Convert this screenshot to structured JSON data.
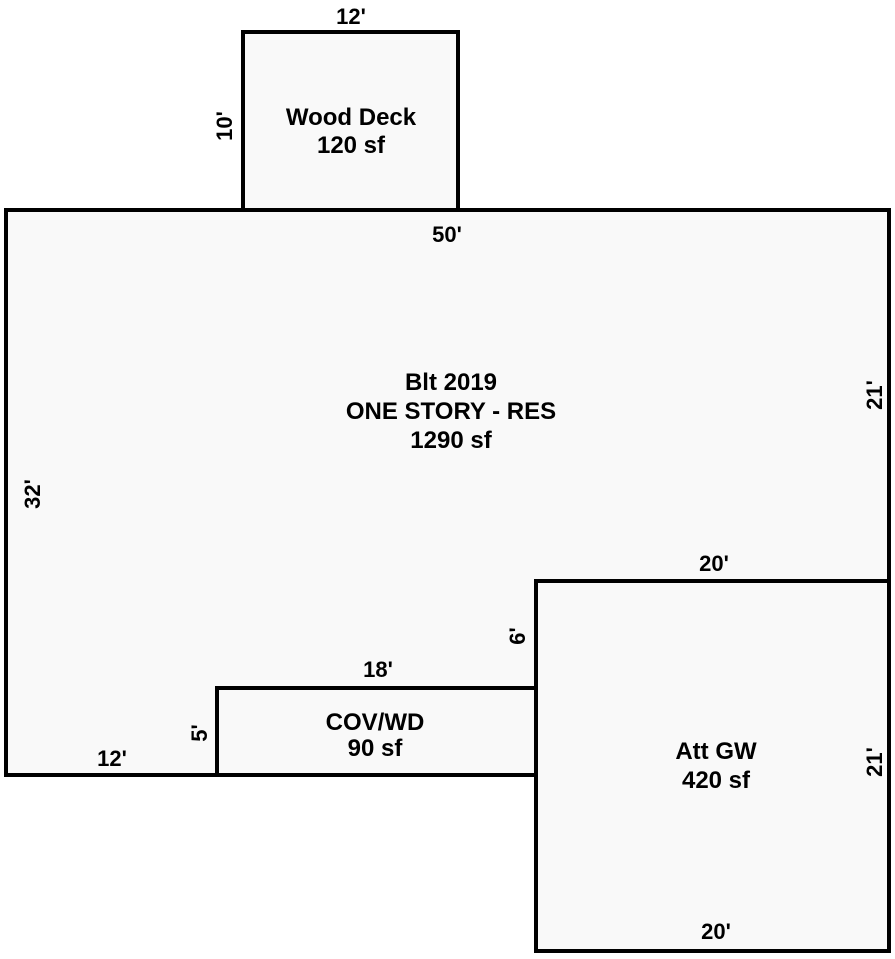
{
  "colors": {
    "outline": "#000000",
    "room_fill": "#f9f9f9",
    "background": "#ffffff"
  },
  "wood_deck": {
    "name": "Wood Deck",
    "area": "120 sf",
    "dim_top": "12'",
    "dim_left": "10'"
  },
  "main_house": {
    "built": "Blt 2019",
    "type": "ONE STORY - RES",
    "area": "1290 sf",
    "dim_top": "50'",
    "dim_left": "32'",
    "dim_right": "21'",
    "dim_bottom_left": "12'",
    "dim_step": "6'"
  },
  "cov_wd": {
    "name": "COV/WD",
    "area": "90 sf",
    "dim_top": "18'",
    "dim_left": "5'"
  },
  "garage": {
    "name": "Att GW",
    "area": "420 sf",
    "dim_top": "20'",
    "dim_right": "21'",
    "dim_bottom": "20'"
  }
}
